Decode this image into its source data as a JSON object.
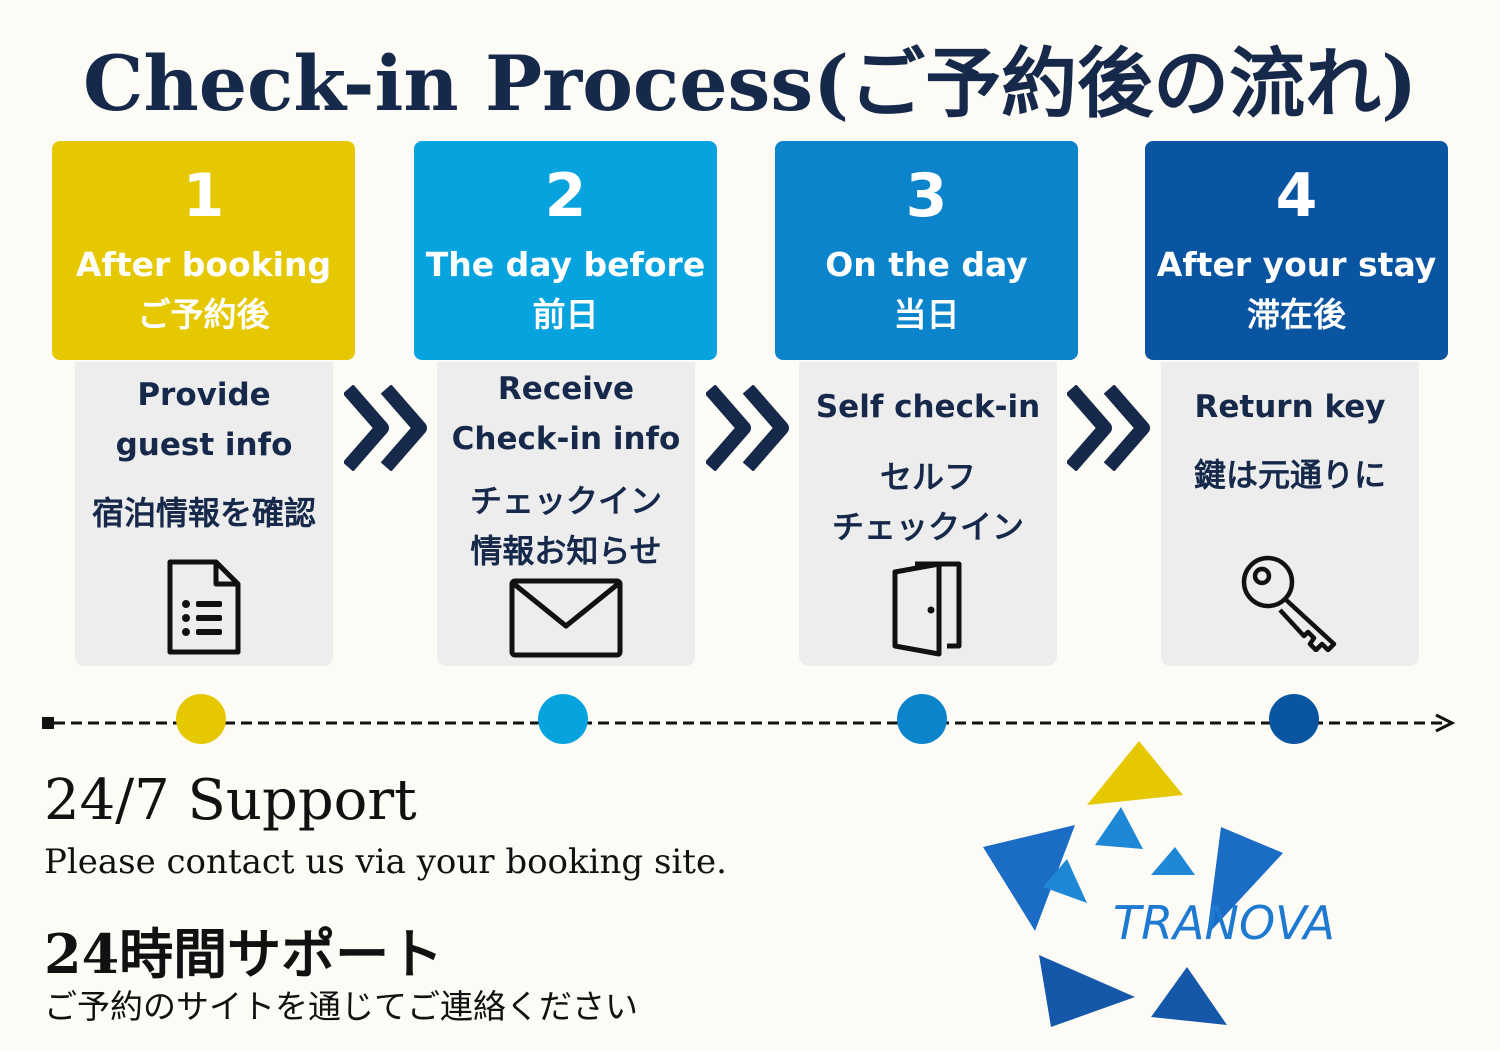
{
  "title": "Check-in Process(ご予約後の流れ)",
  "steps": [
    {
      "number": "1",
      "label_en": "After booking",
      "label_jp": "ご予約後",
      "color": "#e5c800",
      "card_en": [
        "Provide",
        "guest info"
      ],
      "card_jp": [
        "宿泊情報を確認"
      ],
      "icon": "document-list-icon"
    },
    {
      "number": "2",
      "label_en": "The day before",
      "label_jp": "前日",
      "color": "#06a3de",
      "card_en": [
        "Receive",
        "Check-in info"
      ],
      "card_jp": [
        "チェックイン",
        "情報お知らせ"
      ],
      "icon": "envelope-icon"
    },
    {
      "number": "3",
      "label_en": "On the day",
      "label_jp": "当日",
      "color": "#0b84cc",
      "card_en": [
        "Self check-in"
      ],
      "card_jp": [
        "セルフ",
        "チェックイン"
      ],
      "icon": "door-icon"
    },
    {
      "number": "4",
      "label_en": "After your stay",
      "label_jp": "滞在後",
      "color": "#0a55a1",
      "card_en": [
        "Return key"
      ],
      "card_jp": [
        "鍵は元通りに"
      ],
      "icon": "key-icon"
    }
  ],
  "support": {
    "title_en": "24/7 Support",
    "text_en": "Please contact us via your booking site.",
    "title_jp": "24時間サポート",
    "text_jp": "ご予約のサイトを通じてご連絡ください"
  },
  "logo": {
    "text": "TRANOVA",
    "accent_color": "#e5c800",
    "primary_color": "#1565c0"
  }
}
